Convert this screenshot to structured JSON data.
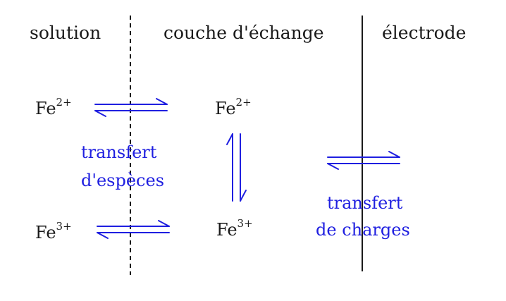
{
  "headers": {
    "solution": "solution",
    "layer": "couche d'échange",
    "electrode": "électrode"
  },
  "species": {
    "fe2": {
      "base": "Fe",
      "charge": "2+"
    },
    "fe3": {
      "base": "Fe",
      "charge": "3+"
    }
  },
  "labels": {
    "species_transfer_line1": "transfert",
    "species_transfer_line2": "d'espèces",
    "charge_transfer_line1": "transfert",
    "charge_transfer_line2": "de charges"
  },
  "colors": {
    "text": "#1a1a1a",
    "blue": "#1f1fe0",
    "line": "#1a1a1a"
  }
}
